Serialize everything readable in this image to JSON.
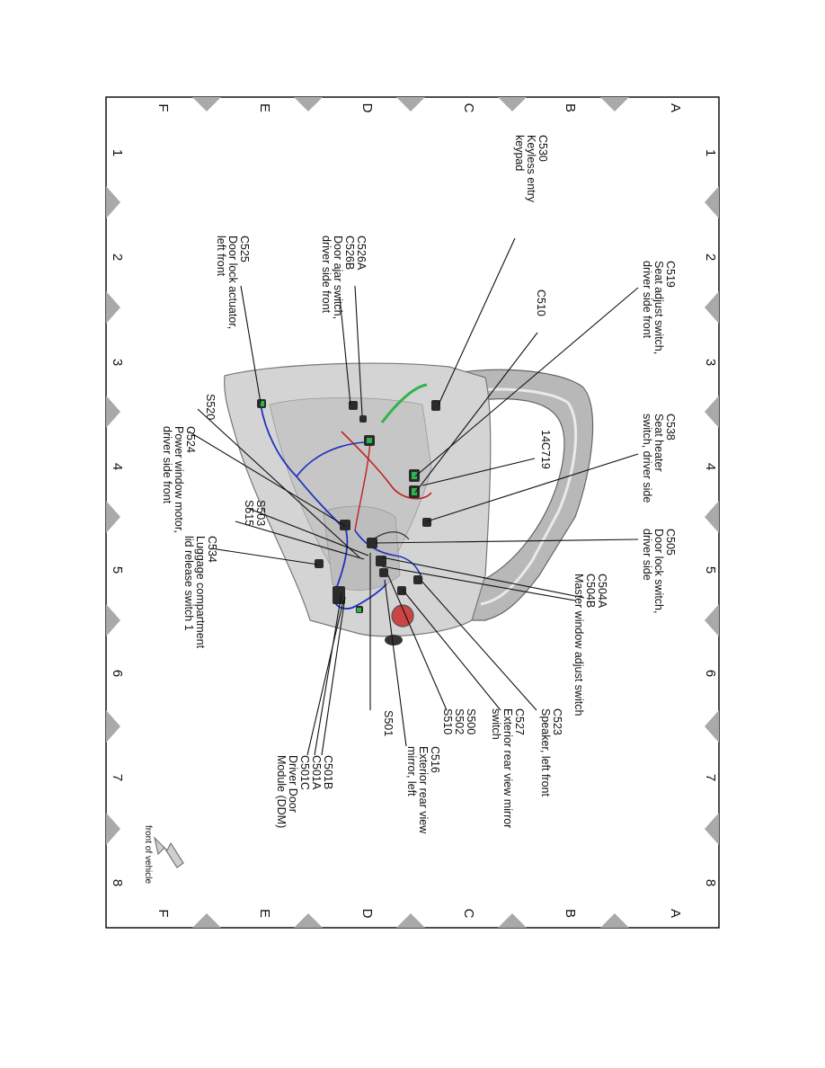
{
  "grid": {
    "letters": [
      "A",
      "B",
      "C",
      "D",
      "E",
      "F"
    ],
    "numbers": [
      "1",
      "2",
      "3",
      "4",
      "5",
      "6",
      "7",
      "8"
    ]
  },
  "orientation": {
    "label": "front of vehicle",
    "icon": "arrow-icon"
  },
  "callouts": {
    "c530": [
      "C530",
      "Keyless entry",
      "keypad"
    ],
    "c519": [
      "C519",
      "Seat adjust switch,",
      "driver side front"
    ],
    "c510": [
      "C510"
    ],
    "c538": [
      "C538",
      "Seat heater",
      "switch, driver side"
    ],
    "c14c719": [
      "14C719"
    ],
    "c505": [
      "C505",
      "Door lock switch,",
      "driver side"
    ],
    "c504": [
      "C504A",
      "C504B",
      "Master window adjust switch"
    ],
    "c523": [
      "C523",
      "Speaker, left front"
    ],
    "c527": [
      "C527",
      "Exterior rear view mirror",
      "switch"
    ],
    "s500": [
      "S500",
      "S502",
      "S510"
    ],
    "s501": [
      "S501"
    ],
    "c516": [
      "C516",
      "Exterior rear view",
      "mirror, left"
    ],
    "c501": [
      "C501B",
      "C501A",
      "C501C",
      "Driver Door",
      "Module (DDM)"
    ],
    "c534": [
      "C534",
      "Luggage compartment",
      "lid release switch 1"
    ],
    "s503": [
      "S503",
      "S515"
    ],
    "c524": [
      "C524",
      "Power window motor,",
      "driver side front"
    ],
    "s520": [
      "S520"
    ],
    "c525": [
      "C525",
      "Door lock actuator,",
      "left front"
    ],
    "c526": [
      "C526A",
      "C526B",
      "Door ajar switch,",
      "driver side front"
    ]
  }
}
